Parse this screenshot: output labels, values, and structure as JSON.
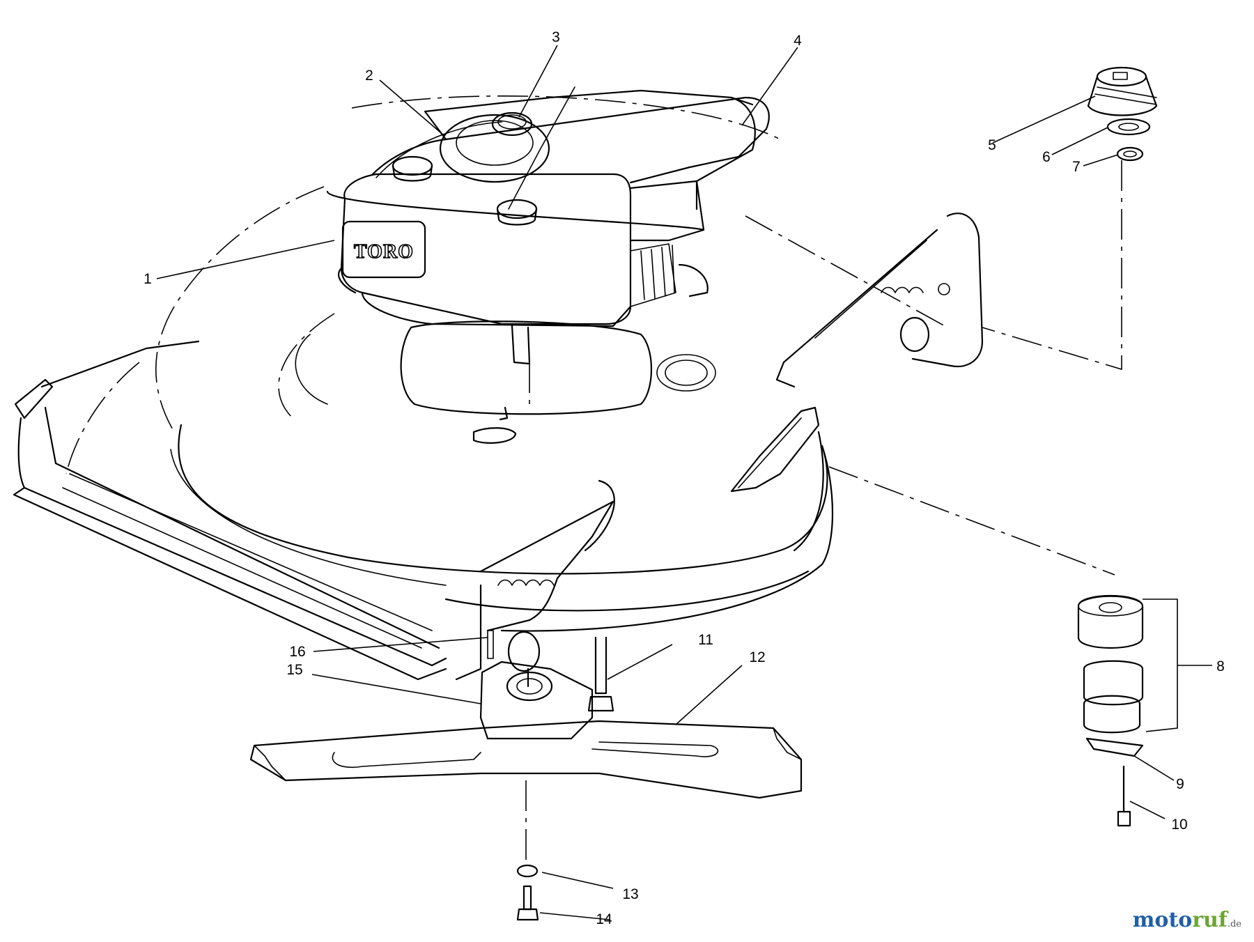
{
  "diagram": {
    "brand_plate": "TORO",
    "callouts": [
      {
        "id": "callout-1",
        "number": "1"
      },
      {
        "id": "callout-2",
        "number": "2"
      },
      {
        "id": "callout-3",
        "number": "3"
      },
      {
        "id": "callout-4",
        "number": "4"
      },
      {
        "id": "callout-5",
        "number": "5"
      },
      {
        "id": "callout-6",
        "number": "6"
      },
      {
        "id": "callout-7",
        "number": "7"
      },
      {
        "id": "callout-8",
        "number": "8"
      },
      {
        "id": "callout-9",
        "number": "9"
      },
      {
        "id": "callout-10",
        "number": "10"
      },
      {
        "id": "callout-11",
        "number": "11"
      },
      {
        "id": "callout-12",
        "number": "12"
      },
      {
        "id": "callout-13",
        "number": "13"
      },
      {
        "id": "callout-14",
        "number": "14"
      },
      {
        "id": "callout-15",
        "number": "15"
      },
      {
        "id": "callout-16",
        "number": "16"
      }
    ]
  },
  "watermark": {
    "part1": "moto",
    "part2": "ruf",
    "part3": "",
    "domain": ".de"
  },
  "colors": {
    "line": "#000000",
    "background": "#ffffff",
    "watermark_blue": "#1f5fa8",
    "watermark_green": "#6da437"
  }
}
